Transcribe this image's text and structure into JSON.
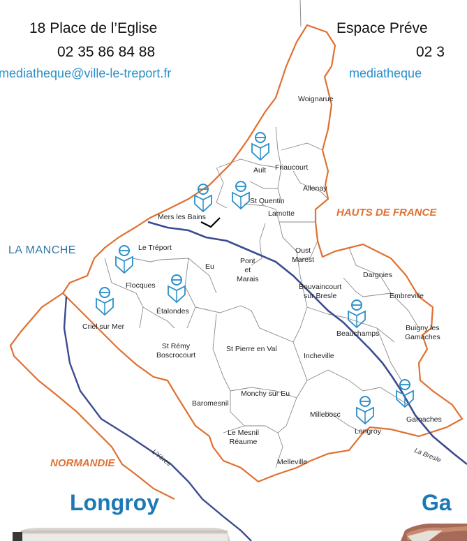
{
  "address": {
    "line1": "18 Place de l’Eglise",
    "line2": "02 35 86 84 88",
    "email": "mediatheque@ville-le-treport.fr"
  },
  "address_right": {
    "line1": "Espace Préve",
    "line2": "02 3",
    "email": "mediatheque"
  },
  "regions": {
    "hauts_de_france": "HAUTS DE FRANCE",
    "normandie": "NORMANDIE",
    "la_manche": "LA MANCHE"
  },
  "rivers": {
    "yeres": "L’Yères",
    "bresle": "La Bresle"
  },
  "communes": {
    "woignarue": "Woignarue",
    "ault": "Ault",
    "friaucourt": "Friaucourt",
    "allenay": "Allenay",
    "st_quentin": "St Quentin",
    "lamotte": "Lamotte",
    "mers_line1": "Mers les",
    "mers_line2": "Bains",
    "le_treport": "Le Tréport",
    "eu": "Eu",
    "oust_line1": "Oust",
    "oust_line2": "Marest",
    "pont_line1": "Pont",
    "pont_line2": "et",
    "pont_line3": "Marais",
    "bouvaincourt_line1": "Bouvaincourt",
    "bouvaincourt_line2": "sur Bresle",
    "dargnies": "Dargnies",
    "embreville": "Embreville",
    "buigny_line1": "Buigny les",
    "buigny_line2": "Gamaches",
    "beauchamps": "Beauchamps",
    "flocques": "Flocques",
    "etalondes": "Étalondes",
    "criel": "Criel sur Mer",
    "st_remy_line1": "St Rémy",
    "st_remy_line2": "Boscrocourt",
    "st_pierre": "St Pierre en Val",
    "incheville": "Incheville",
    "monchy": "Monchy sur Eu",
    "baromesnil": "Baromesnil",
    "millebosc": "Millebosc",
    "longroy": "Longroy",
    "gamaches": "Gamaches",
    "le_mesnil_line1": "Le Mesnil",
    "le_mesnil_line2": "Réaume",
    "melleville": "Melleville"
  },
  "titles": {
    "left": "Longroy",
    "right": "Ga"
  },
  "colors": {
    "region_border": "#e07030",
    "river": "#3b4b8f",
    "commune_border": "#8a8a8a",
    "icon_blue": "#2a8fc9",
    "title_blue": "#1c79b6"
  },
  "icons": {
    "library_marker": "library-book-marker-icon"
  }
}
